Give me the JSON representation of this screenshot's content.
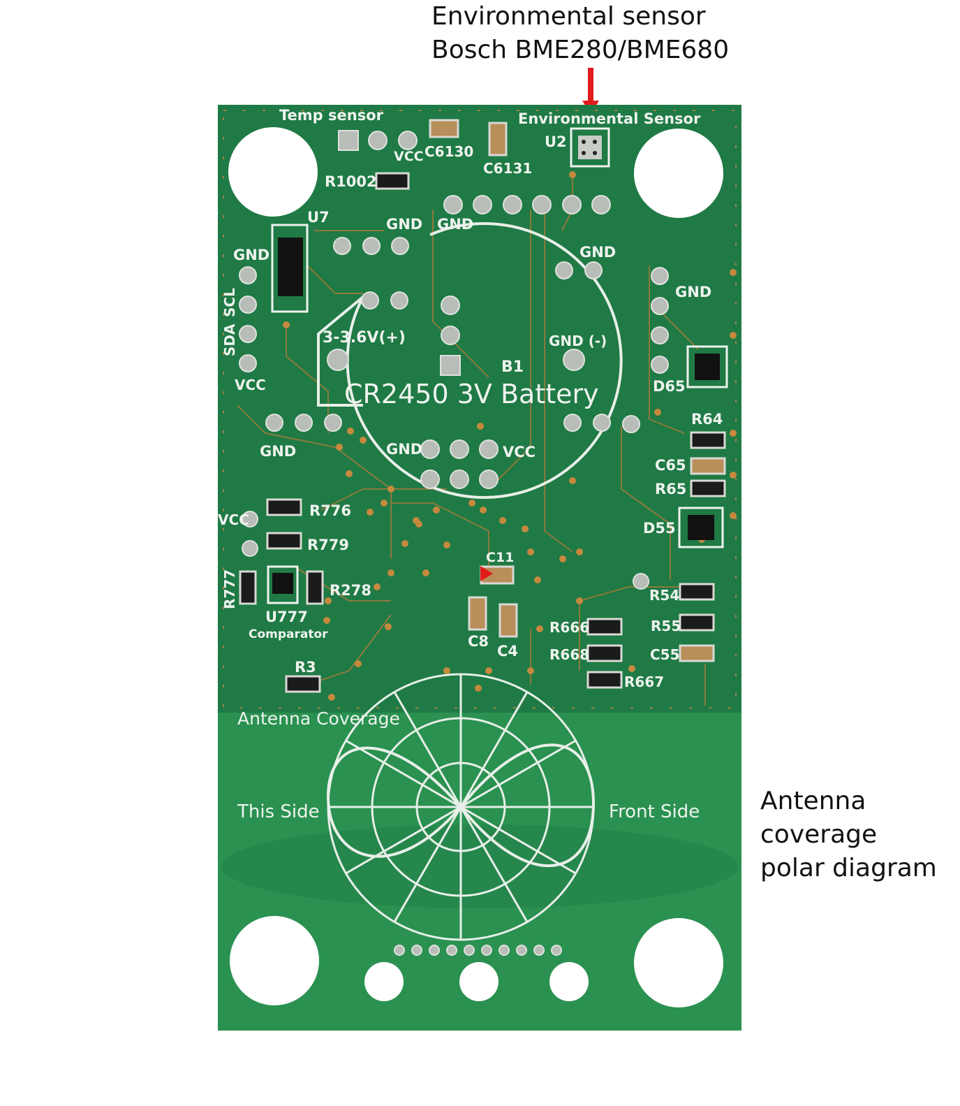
{
  "callouts": {
    "env_sensor": {
      "line1": "Environmental sensor",
      "line2": "Bosch BME280/BME680"
    },
    "antenna": {
      "line1": "Antenna",
      "line2": "coverage",
      "line3": "polar diagram"
    }
  },
  "colors": {
    "board": "#1f7a45",
    "board_dark": "#1a6a3b",
    "antenna_area": "#2a9150",
    "silkscreen": "#eef3ee",
    "pad": "#b9bdb8",
    "arrow": "#e21b1b",
    "trace": "#a87a3c"
  },
  "silkscreen": {
    "temp_sensor": "Temp sensor",
    "env_sensor": "Environmental Sensor",
    "u2": "U2",
    "c6130": "C6130",
    "c6131": "C6131",
    "vcc_top": "VCC",
    "r1002": "R1002",
    "u7": "U7",
    "gnd_a": "GND",
    "gnd_b": "GND",
    "gnd_c": "GND",
    "gnd_d": "GND",
    "gnd_left": "GND",
    "scl": "SCL",
    "sda": "SDA",
    "vcc_left": "VCC",
    "battery_plus": "3-3.6V(+)",
    "battery_minus": "GND (-)",
    "b1": "B1",
    "battery": "CR2450 3V Battery",
    "d65": "D65",
    "r64": "R64",
    "c65": "C65",
    "r65": "R65",
    "d55": "D55",
    "gnd_bottom": "GND",
    "gnd_mid": "GND",
    "vcc_mid": "VCC",
    "vcc_r": "VCC",
    "r776": "R776",
    "r779": "R779",
    "r777": "R777",
    "r278": "R278",
    "u777": "U777",
    "comparator": "Comparator",
    "c11": "C11",
    "c8": "C8",
    "c4": "C4",
    "r3": "R3",
    "r54": "R54",
    "r55": "R55",
    "c55": "C55",
    "r666": "R666",
    "r668": "R668",
    "r667": "R667",
    "antenna_coverage": "Antenna Coverage",
    "this_side": "This Side",
    "front_side": "Front Side"
  }
}
